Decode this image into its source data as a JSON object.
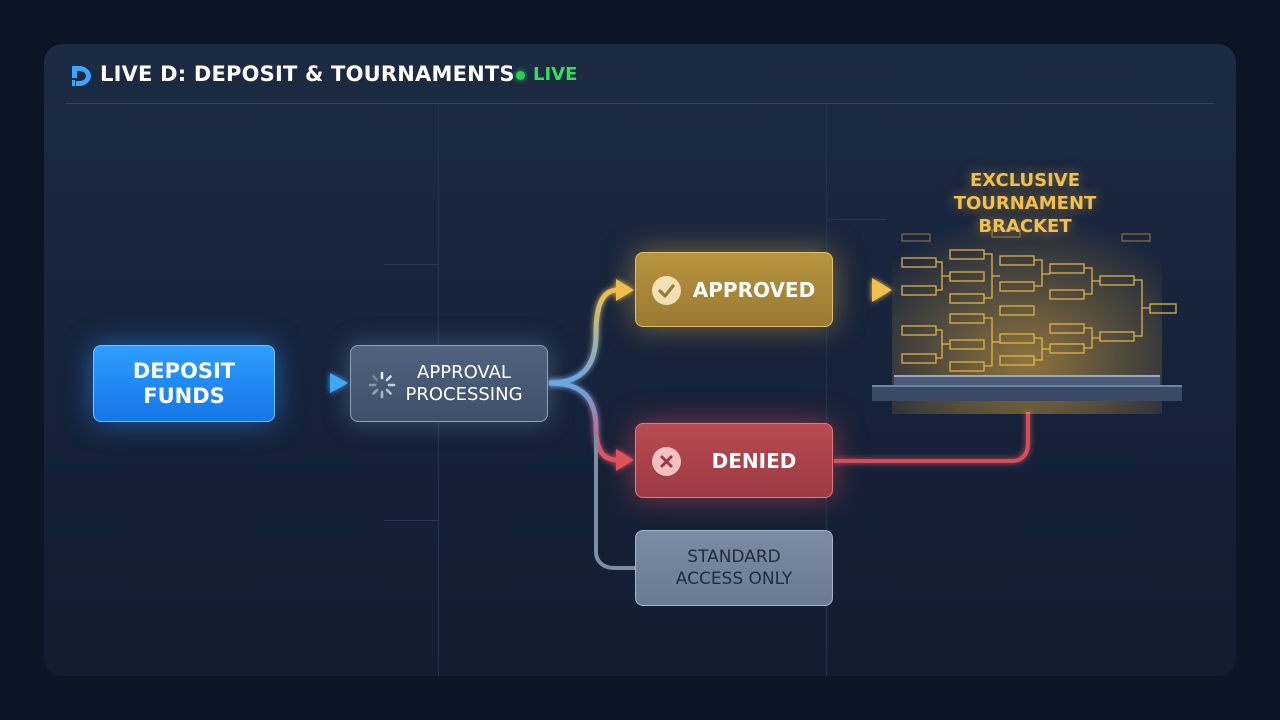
{
  "header": {
    "title": "LIVE D: DEPOSIT & TOURNAMENTS",
    "status": "LIVE",
    "status_color": "#2ee05a",
    "logo_icon": "d-logo-icon"
  },
  "nodes": {
    "deposit": {
      "line1": "DEPOSIT",
      "line2": "FUNDS",
      "color": "#1f8cf5"
    },
    "processing": {
      "line1": "APPROVAL",
      "line2": "PROCESSING",
      "icon": "spinner-icon"
    },
    "approved": {
      "label": "APPROVED",
      "icon": "check-icon",
      "color": "#b08c3b"
    },
    "denied": {
      "label": "DENIED",
      "icon": "x-icon",
      "color": "#b2444c"
    },
    "standard": {
      "line1": "STANDARD",
      "line2": "ACCESS ONLY"
    }
  },
  "bracket": {
    "line1": "EXCLUSIVE",
    "line2": "TOURNAMENT",
    "line3": "BRACKET",
    "color": "#f2c04f"
  }
}
